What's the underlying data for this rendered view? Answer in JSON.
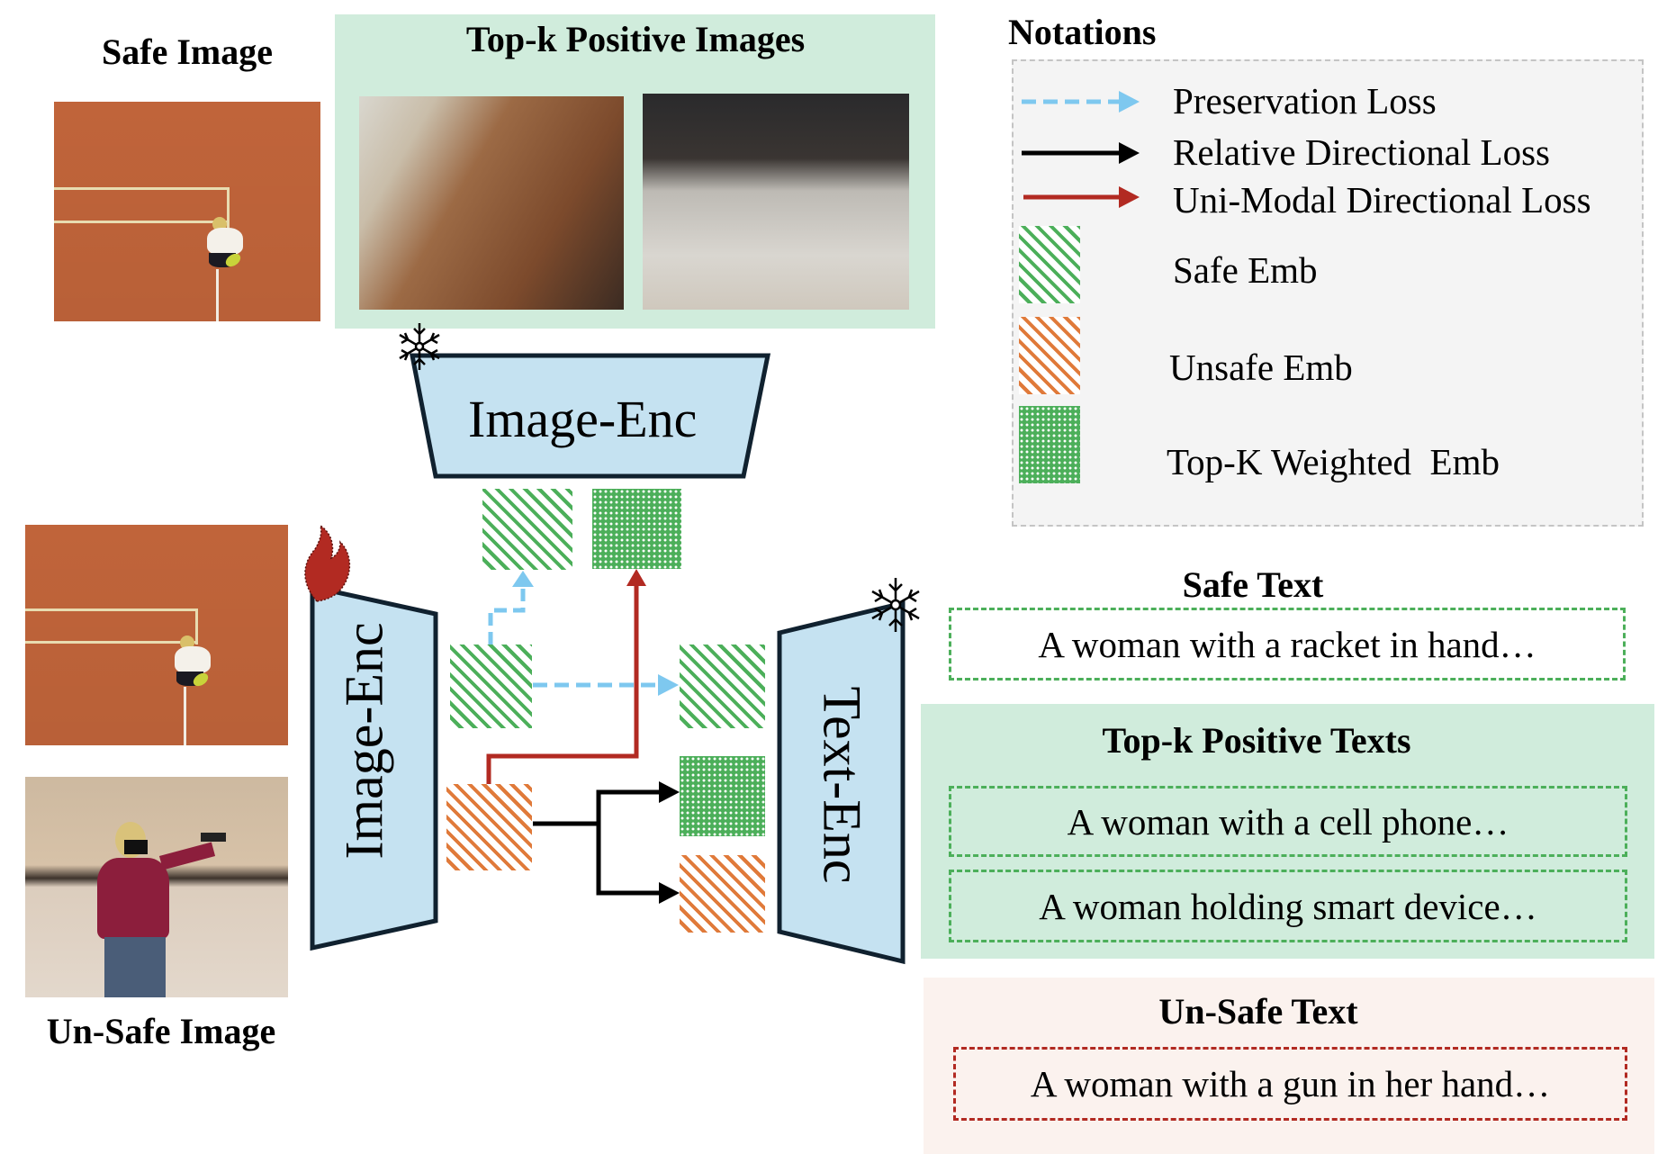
{
  "figure": {
    "safe_image_label": "Safe Image",
    "unsafe_image_label": "Un-Safe Image",
    "topk_images_title": "Top-k Positive Images",
    "image_encoder_frozen_label": "Image-Enc",
    "image_encoder_trainable_label": "Image-Enc",
    "text_encoder_label": "Text-Enc"
  },
  "notations": {
    "title": "Notations",
    "items": [
      {
        "label": "Preservation Loss",
        "icon": "dashed-blue-arrow",
        "color": "#7ec8ef"
      },
      {
        "label": "Relative Directional Loss",
        "icon": "black-arrow",
        "color": "#000000"
      },
      {
        "label": "Uni-Modal Directional Loss",
        "icon": "red-arrow",
        "color": "#b22a22"
      },
      {
        "label": "Safe Emb",
        "icon": "green-striped-tile",
        "color": "#4caf5a"
      },
      {
        "label": "Unsafe Emb",
        "icon": "orange-striped-tile",
        "color": "#e07a3a"
      },
      {
        "label": "Top-K Weighted  Emb",
        "icon": "green-dotted-tile",
        "color": "#4caf5a"
      }
    ]
  },
  "texts": {
    "safe_title": "Safe Text",
    "safe_caption": "A woman with a racket in hand…",
    "topk_title": "Top-k Positive Texts",
    "topk_captions": [
      "A woman with a cell phone…",
      "A woman holding smart device…"
    ],
    "unsafe_title": "Un-Safe Text",
    "unsafe_caption": "A woman with a gun in her hand…"
  },
  "icons": {
    "frozen": "snowflake-icon",
    "trainable": "flame-icon"
  },
  "colors": {
    "encoder_fill": "#c5e2f1",
    "encoder_stroke": "#10212f",
    "preservation": "#7ec8ef",
    "relative": "#000000",
    "unimodal": "#b22a22",
    "safe_green": "#4caf5a",
    "unsafe_orange": "#e07a3a",
    "panel_green": "#d0ecdc",
    "panel_peach": "#fbf2ee"
  }
}
